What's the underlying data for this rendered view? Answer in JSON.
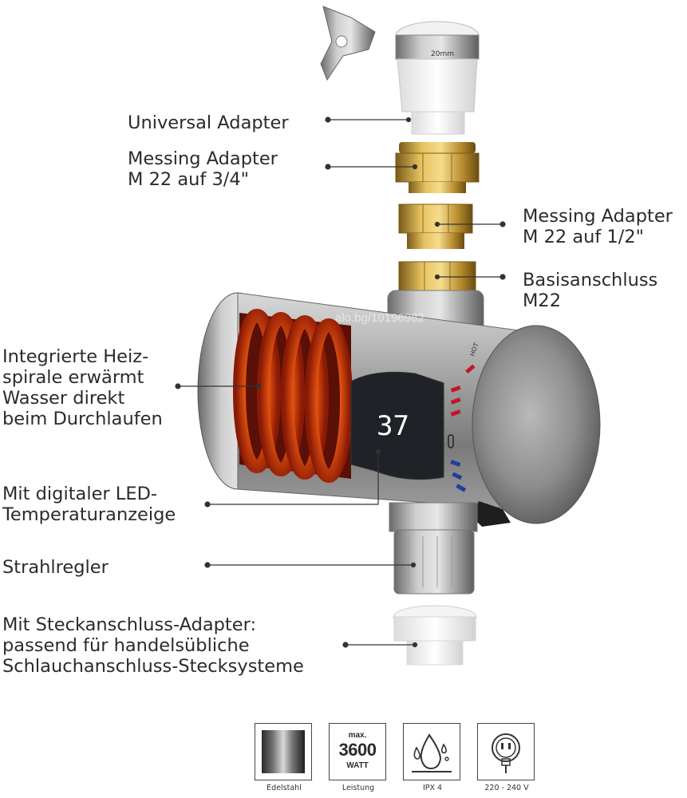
{
  "labels": {
    "universal_adapter": "Universal Adapter",
    "messing_34": "Messing Adapter\nM 22 auf 3/4\"",
    "messing_12": "Messing Adapter\nM 22 auf 1/2\"",
    "basis": "Basisanschluss\nM22",
    "heizspirale": "Integrierte Heiz-\nspirale erwärmt\nWasser direkt\nbeim Durchlaufen",
    "led": "Mit digitaler LED-\nTemperaturanzeige",
    "strahlregler": "Strahlregler",
    "steckanschluss": "Mit Steckanschluss-Adapter:\npassend für handelsübliche\nSchlauchanschluss-Stecksysteme"
  },
  "display": {
    "temperature": "37",
    "hot_label": "HOT"
  },
  "clamp_text": "20mm",
  "watermark": "alo.bg/10196982",
  "badges": [
    {
      "icon": "steel-swatch-icon",
      "caption": "Edelstahl"
    },
    {
      "icon": "watt-icon",
      "caption": "Leistung",
      "top": "max.",
      "value": "3600",
      "unit": "WATT"
    },
    {
      "icon": "water-drop-icon",
      "caption": "IPX 4"
    },
    {
      "icon": "plug-socket-icon",
      "caption": "220 - 240 V"
    }
  ],
  "colors": {
    "text": "#2b2b2b",
    "heater": "#e84a10",
    "steel": "#9a9a9a",
    "brass": "#c8a040",
    "led": "#ffffff"
  }
}
